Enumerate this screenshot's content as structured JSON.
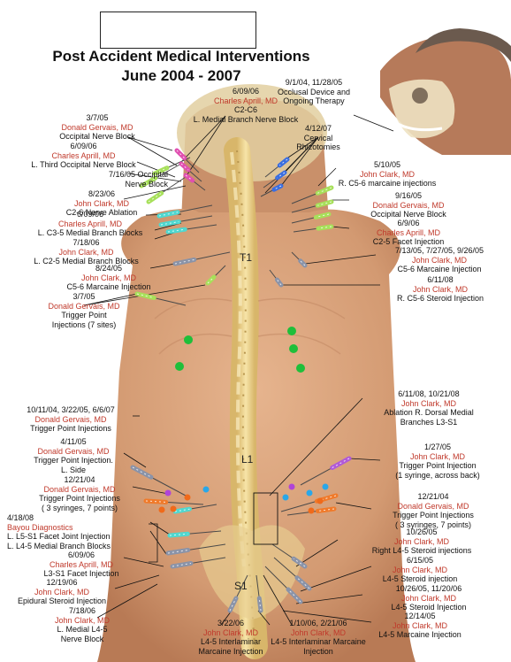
{
  "title_line1": "Post Accident Medical Interventions",
  "title_line2": "June 2004 - 2007",
  "spine_labels": {
    "t1": "T1",
    "l1": "L1",
    "s1": "S1"
  },
  "labels": {
    "a1": {
      "date": "6/09/06",
      "doctor": "Charles Aprill, MD",
      "lines": [
        "C2-C6",
        "L. Medial Branch Nerve Block"
      ]
    },
    "a2": {
      "date": "3/7/05",
      "doctor": "Donald Gervais, MD",
      "lines": [
        "Occipital Nerve Block"
      ]
    },
    "a3": {
      "date": "6/09/06",
      "doctor": "Charles Aprill, MD",
      "lines": [
        "L. Third Occipital Nerve Block"
      ]
    },
    "a4": {
      "date": "7/16/05 Occipital",
      "doctor": "",
      "lines": [
        "Nerve Block"
      ]
    },
    "a5": {
      "date": "8/23/06",
      "doctor": "John Clark, MD",
      "lines": [
        "C2-6 Nerve Ablation"
      ]
    },
    "a6": {
      "date": "6/09/06",
      "doctor": "Charles Aprill, MD",
      "lines": [
        "L. C3-5 Medial Branch Blocks"
      ]
    },
    "a7": {
      "date": "7/18/06",
      "doctor": "John Clark, MD",
      "lines": [
        "L. C2-5 Medial Branch Blocks"
      ]
    },
    "a8": {
      "date": "8/24/05",
      "doctor": "John Clark, MD",
      "lines": [
        "C5-6 Marcaine Injection"
      ]
    },
    "a9": {
      "date": "3/7/05",
      "doctor": "Donald Gervais, MD",
      "lines": [
        "Trigger Point",
        "Injections (7 sites)"
      ]
    },
    "b1": {
      "date": "9/1/04, 11/28/05",
      "doctor": "",
      "lines": [
        "Occlusal Device and",
        "Ongoing Therapy"
      ]
    },
    "b2": {
      "date": "4/12/07",
      "doctor": "",
      "lines": [
        "Cervical",
        "Rhizotomies"
      ]
    },
    "b3": {
      "date": "5/10/05",
      "doctor": "John Clark, MD",
      "lines": [
        "R. C5-6 marcaine injections"
      ]
    },
    "b4": {
      "date": "9/16/05",
      "doctor": "Donald Gervais, MD",
      "lines": [
        "Occipital Nerve Block"
      ]
    },
    "b5": {
      "date": "6/9/06",
      "doctor": "Charles Aprill, MD",
      "lines": [
        "C2-5 Facet Injection"
      ]
    },
    "b6": {
      "date": "7/13/05, 7/27/05, 9/26/05",
      "doctor": "John Clark, MD",
      "lines": [
        "C5-6 Marcaine Injection"
      ]
    },
    "b7": {
      "date": "6/11/08",
      "doctor": "John Clark, MD",
      "lines": [
        "R. C5-6 Steroid Injection"
      ]
    },
    "c1": {
      "date": "10/11/04, 3/22/05, 6/6/07",
      "doctor": "Donald Gervais, MD",
      "lines": [
        "Trigger Point Injections"
      ]
    },
    "c2": {
      "date": "4/11/05",
      "doctor": "Donald Gervais, MD",
      "lines": [
        "Trigger Point Injection.",
        "L. Side"
      ]
    },
    "c3": {
      "date": "12/21/04",
      "doctor": "Donald Gervais, MD",
      "lines": [
        "Trigger Point Injections",
        "( 3 syringes, 7 points)"
      ]
    },
    "c4": {
      "date": "4/18/08",
      "doctor": "Bayou Diagnostics",
      "lines": [
        "L. L5-S1 Facet Joint Injection",
        "L. L4-5 Medial Branch Blocks"
      ]
    },
    "c5": {
      "date": "6/09/06",
      "doctor": "Charles Aprill, MD",
      "lines": [
        "L3-S1 Facet Injection"
      ]
    },
    "c6": {
      "date": "12/19/06",
      "doctor": "John Clark, MD",
      "lines": [
        "Epidural Steroid Injection"
      ]
    },
    "c7": {
      "date": "7/18/06",
      "doctor": "John Clark, MD",
      "lines": [
        "L. Medial L4-5",
        "Nerve Block"
      ]
    },
    "d1": {
      "date": "6/11/08, 10/21/08",
      "doctor": "John Clark, MD",
      "lines": [
        "Ablation R. Dorsal Medial",
        "Branches L3-S1"
      ]
    },
    "d2": {
      "date": "1/27/05",
      "doctor": "John Clark, MD",
      "lines": [
        "Trigger Point Injection",
        "(1 syringe, across back)"
      ]
    },
    "d3": {
      "date": "12/21/04",
      "doctor": "Donald Gervais, MD",
      "lines": [
        "Trigger Point Injections",
        "( 3 syringes, 7 points)"
      ]
    },
    "d4": {
      "date": "10/26/05",
      "doctor": "John Clark, MD",
      "lines": [
        "Right L4-5 Steroid injections"
      ]
    },
    "d5": {
      "date": "6/15/05",
      "doctor": "John Clark, MD",
      "lines": [
        "L4-5 Steroid injection"
      ]
    },
    "d6": {
      "date": "10/26/05, 11/20/06",
      "doctor": "John Clark, MD",
      "lines": [
        "L4-5 Steroid Injection"
      ]
    },
    "d7": {
      "date": "12/14/05",
      "doctor": "John Clark, MD",
      "lines": [
        "L4-5 Marcaine Injection"
      ]
    },
    "e1": {
      "date": "3/22/06",
      "doctor": "John Clark, MD",
      "lines": [
        "L4-5 Interlaminar",
        "Marcaine Injection"
      ]
    },
    "e2": {
      "date": "1/10/06, 2/21/06",
      "doctor": "John Clark, MD",
      "lines": [
        "L4-5 Interlaminar Marcaine",
        "Injection"
      ]
    }
  },
  "colors": {
    "doctor_text": "#c0392b",
    "skin": "#d9a27a",
    "spine": "#efd58e",
    "marker_green": "#1fbf3a",
    "syringe_green": "#a7e05a",
    "syringe_pink": "#e04fb0",
    "syringe_cyan": "#4fd8d0",
    "syringe_blue": "#3a6ee0",
    "syringe_grey": "#8a93a8",
    "syringe_purple": "#b05ad8",
    "syringe_orange": "#f07a2a",
    "dot_blue": "#2aa7e8",
    "dot_purple": "#b044d8",
    "dot_orange": "#f06a1a"
  }
}
